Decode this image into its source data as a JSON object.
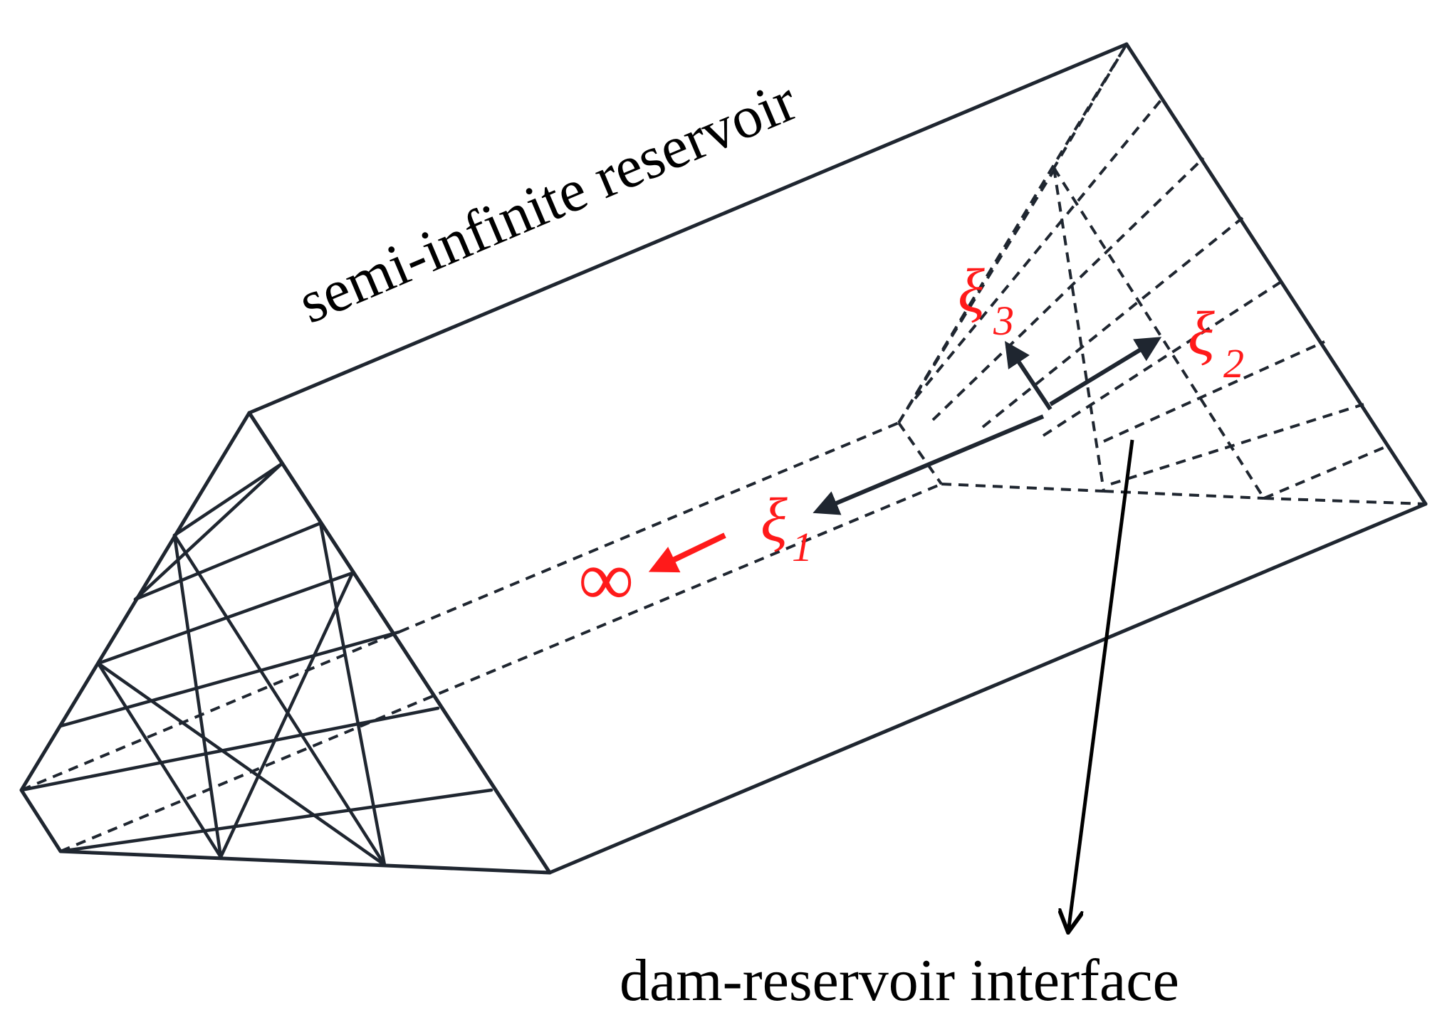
{
  "labels": {
    "reservoir": "semi-infinite reservoir",
    "interface": "dam-reservoir interface",
    "xi1_base": "ξ",
    "xi1_sub": "1",
    "xi2_base": "ξ",
    "xi2_sub": "2",
    "xi3_base": "ξ",
    "xi3_sub": "3",
    "infinity": "∞"
  },
  "colors": {
    "lines": "#1f2630",
    "accent": "#ff1a1a",
    "text": "#000000"
  }
}
